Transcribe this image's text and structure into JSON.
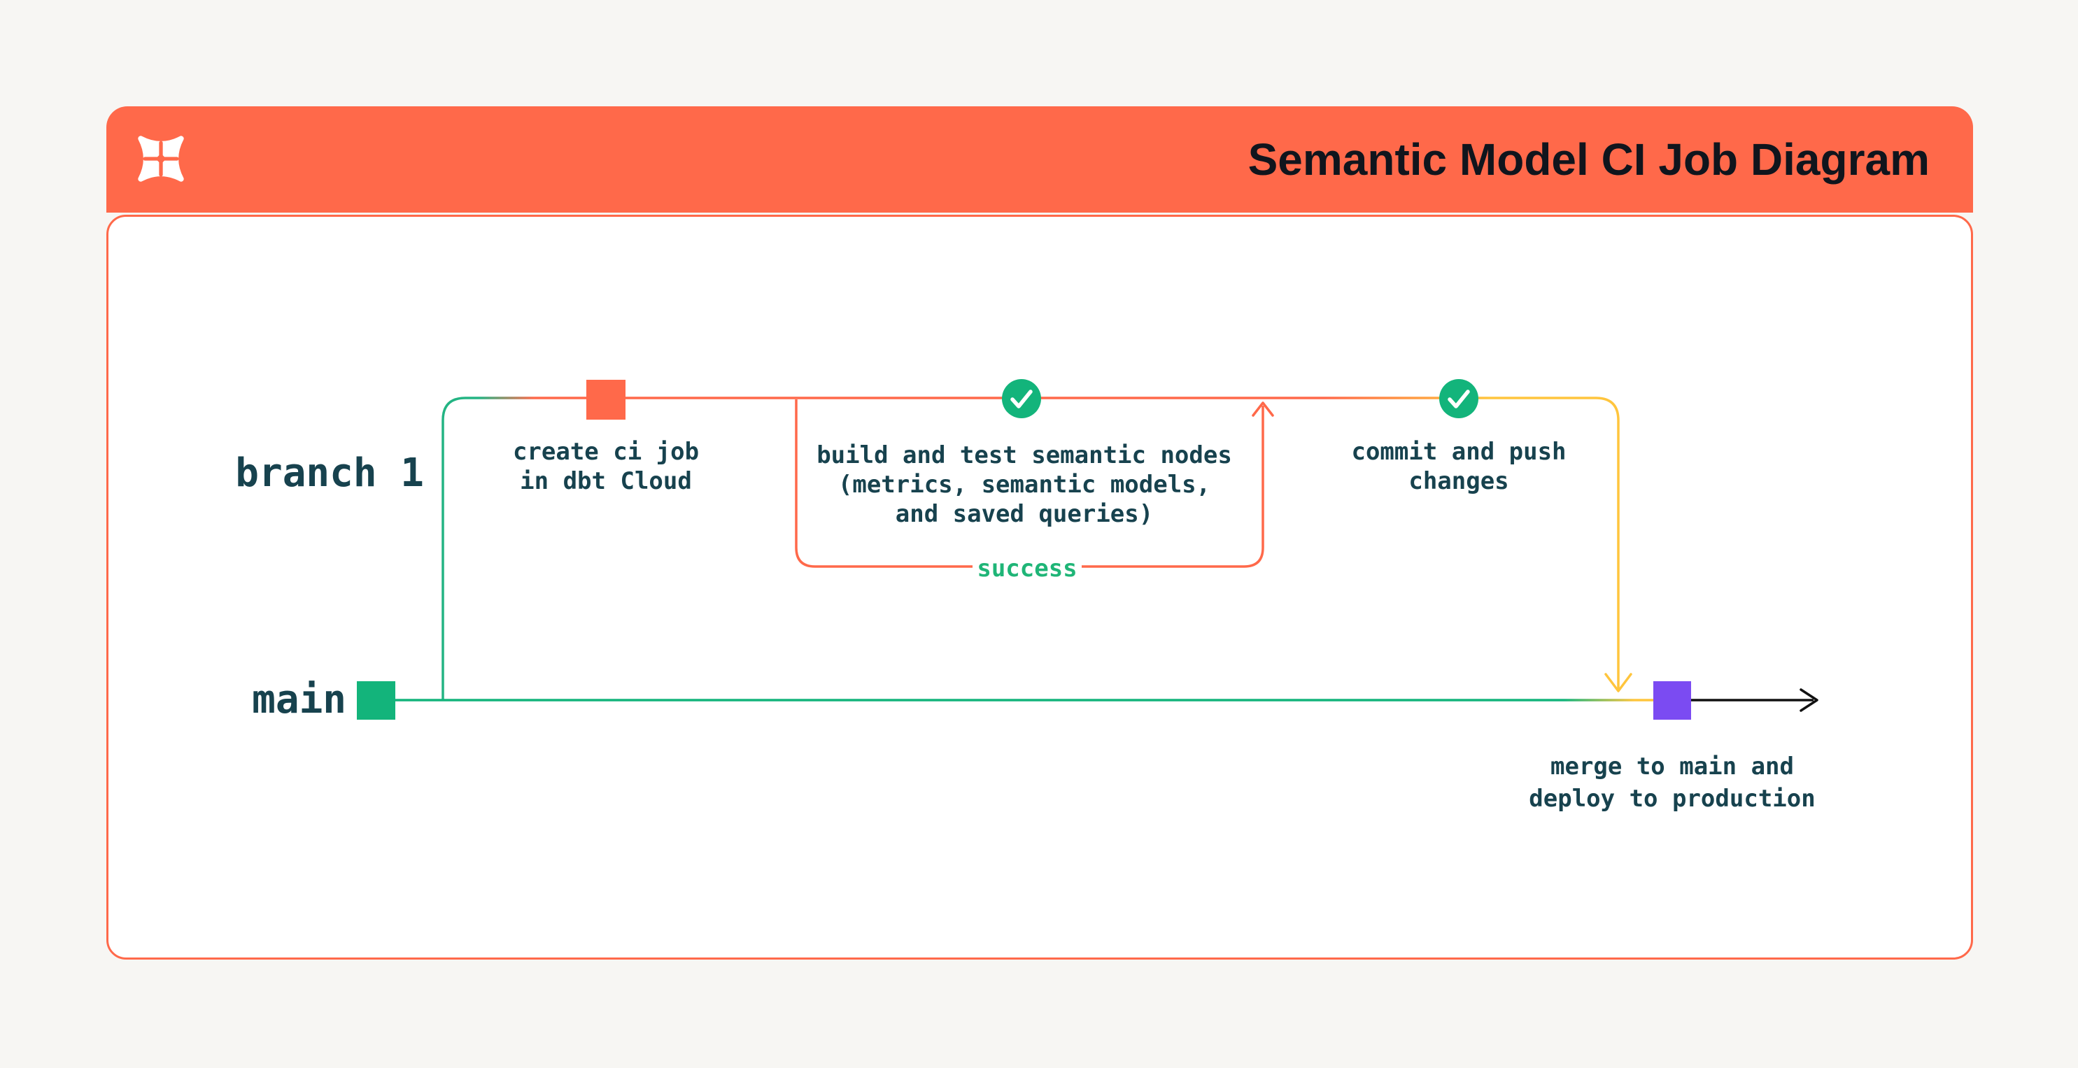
{
  "header": {
    "title": "Semantic Model CI Job Diagram",
    "logo": "dbt-logo"
  },
  "diagram": {
    "branch_label": "branch 1",
    "main_label": "main",
    "success_label": "success",
    "nodes": {
      "create_ci_job": {
        "lines": [
          "create ci job",
          "in dbt Cloud"
        ]
      },
      "build_test": {
        "lines": [
          "build and test semantic nodes",
          "(metrics, semantic models,",
          "and saved queries)"
        ]
      },
      "commit_push": {
        "lines": [
          "commit and push",
          "changes"
        ]
      },
      "merge_deploy": {
        "lines": [
          "merge to main and",
          "deploy to production"
        ]
      }
    },
    "colors": {
      "brand_orange": "#FF694A",
      "green": "#13B47B",
      "yellow": "#FFC53D",
      "purple": "#7B4BF2",
      "text_dark": "#17424E",
      "success_green": "#1FB577",
      "arrow_black": "#111111",
      "page_bg": "#F7F6F3",
      "card_bg": "#FFFFFF"
    }
  }
}
